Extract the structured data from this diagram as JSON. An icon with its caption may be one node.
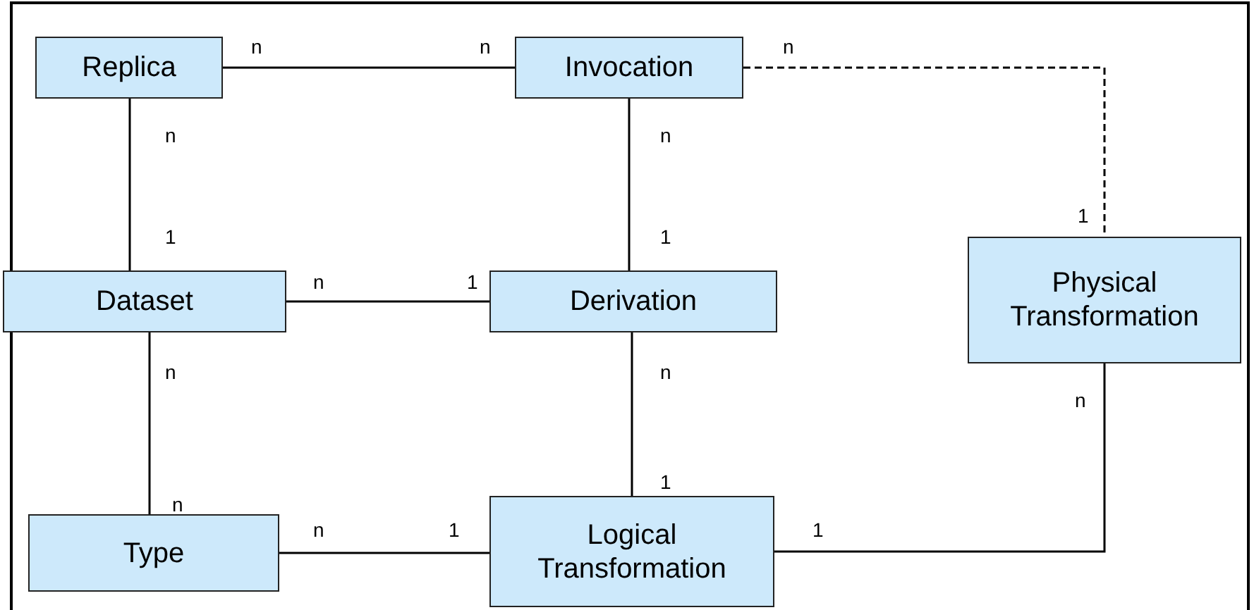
{
  "diagram": {
    "nodes": [
      {
        "text": [
          "Replica"
        ]
      },
      {
        "text": [
          "Invocation"
        ]
      },
      {
        "text": [
          "Dataset"
        ]
      },
      {
        "text": [
          "Derivation"
        ]
      },
      {
        "text": [
          "Physical Transformation"
        ]
      },
      {
        "text": [
          "Type"
        ]
      },
      {
        "text": [
          "Logical Transformation"
        ]
      }
    ],
    "edges": [
      {
        "from": 0,
        "to": 1,
        "arrow": "none"
      },
      {
        "from": 1,
        "to": 4,
        "arrow": "none",
        "style": "dashed"
      },
      {
        "from": 0,
        "to": 2,
        "arrow": "none"
      },
      {
        "from": 1,
        "to": 3,
        "arrow": "none"
      },
      {
        "from": 2,
        "to": 3,
        "arrow": "none"
      },
      {
        "from": 3,
        "to": 6,
        "arrow": "none"
      },
      {
        "from": 2,
        "to": 5,
        "arrow": "none"
      },
      {
        "from": 5,
        "to": 6,
        "arrow": "none"
      },
      {
        "from": 6,
        "to": 4,
        "arrow": "none"
      }
    ],
    "labels": [
      "n",
      "n",
      "n",
      "n",
      "n",
      "1",
      "1",
      "1",
      "n",
      "1",
      "n",
      "n",
      "n",
      "1",
      "n",
      "n",
      "1",
      "1"
    ]
  }
}
